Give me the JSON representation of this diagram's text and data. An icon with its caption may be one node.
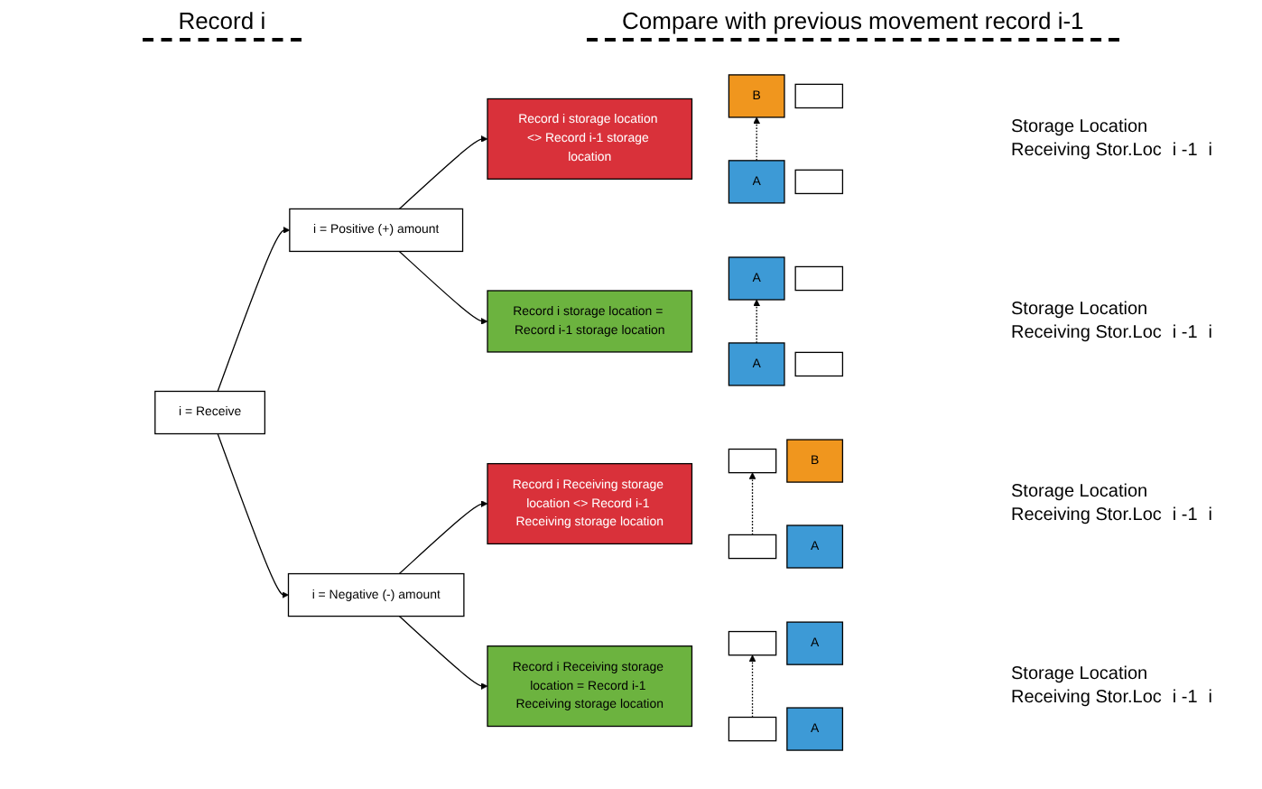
{
  "diagram": {
    "nodes": [
      {
        "text": [
          "i = Receive"
        ]
      },
      {
        "text": [
          "i = Positive (+) amount"
        ]
      },
      {
        "text": [
          "i = Negative (-) amount"
        ]
      },
      {
        "text": [
          "Record i storage location <> Record i-1 storage location"
        ]
      },
      {
        "text": [
          "Record i storage location = Record i-1 storage location"
        ]
      },
      {
        "text": [
          "Record i Receiving storage location <> Record i-1 Receiving storage location"
        ]
      },
      {
        "text": [
          "Record i Receiving storage location = Record i-1 Receiving storage location"
        ]
      },
      {
        "text": [
          "B"
        ]
      },
      {
        "text": [],
        "shape": "box"
      },
      {
        "text": [
          "A"
        ]
      },
      {
        "text": [],
        "shape": "box"
      },
      {
        "text": [
          "A"
        ]
      },
      {
        "text": [],
        "shape": "box"
      },
      {
        "text": [
          "A"
        ]
      },
      {
        "text": [],
        "shape": "box"
      },
      {
        "text": [],
        "shape": "box"
      },
      {
        "text": [
          "B"
        ]
      },
      {
        "text": [],
        "shape": "box"
      },
      {
        "text": [
          "A"
        ]
      },
      {
        "text": [],
        "shape": "box"
      },
      {
        "text": [
          "A"
        ]
      },
      {
        "text": [],
        "shape": "box"
      },
      {
        "text": [
          "A"
        ]
      }
    ],
    "edges": [
      {
        "from": 0,
        "to": 1,
        "arrow": "to"
      },
      {
        "from": 0,
        "to": 2,
        "arrow": "to"
      },
      {
        "from": 1,
        "to": 3,
        "arrow": "to"
      },
      {
        "from": 1,
        "to": 4,
        "arrow": "to"
      },
      {
        "from": 2,
        "to": 5,
        "arrow": "to"
      },
      {
        "from": 2,
        "to": 6,
        "arrow": "to"
      },
      {
        "from": 9,
        "to": 7,
        "arrow": "to",
        "style": "dashed"
      },
      {
        "from": 13,
        "to": 11,
        "arrow": "to",
        "style": "dashed"
      },
      {
        "from": 17,
        "to": 15,
        "arrow": "to",
        "style": "dashed"
      },
      {
        "from": 21,
        "to": 19,
        "arrow": "to",
        "style": "dashed"
      }
    ],
    "labels": [
      "Record i",
      "Compare with previous movement record i-1",
      "Storage Location",
      "Receiving Stor.Loc",
      "i -1",
      "i",
      "Storage Location",
      "Receiving Stor.Loc",
      "i -1",
      "i",
      "Storage Location",
      "Receiving Stor.Loc",
      "i -1",
      "i",
      "Storage Location",
      "Receiving Stor.Loc",
      "i -1",
      "i"
    ]
  }
}
